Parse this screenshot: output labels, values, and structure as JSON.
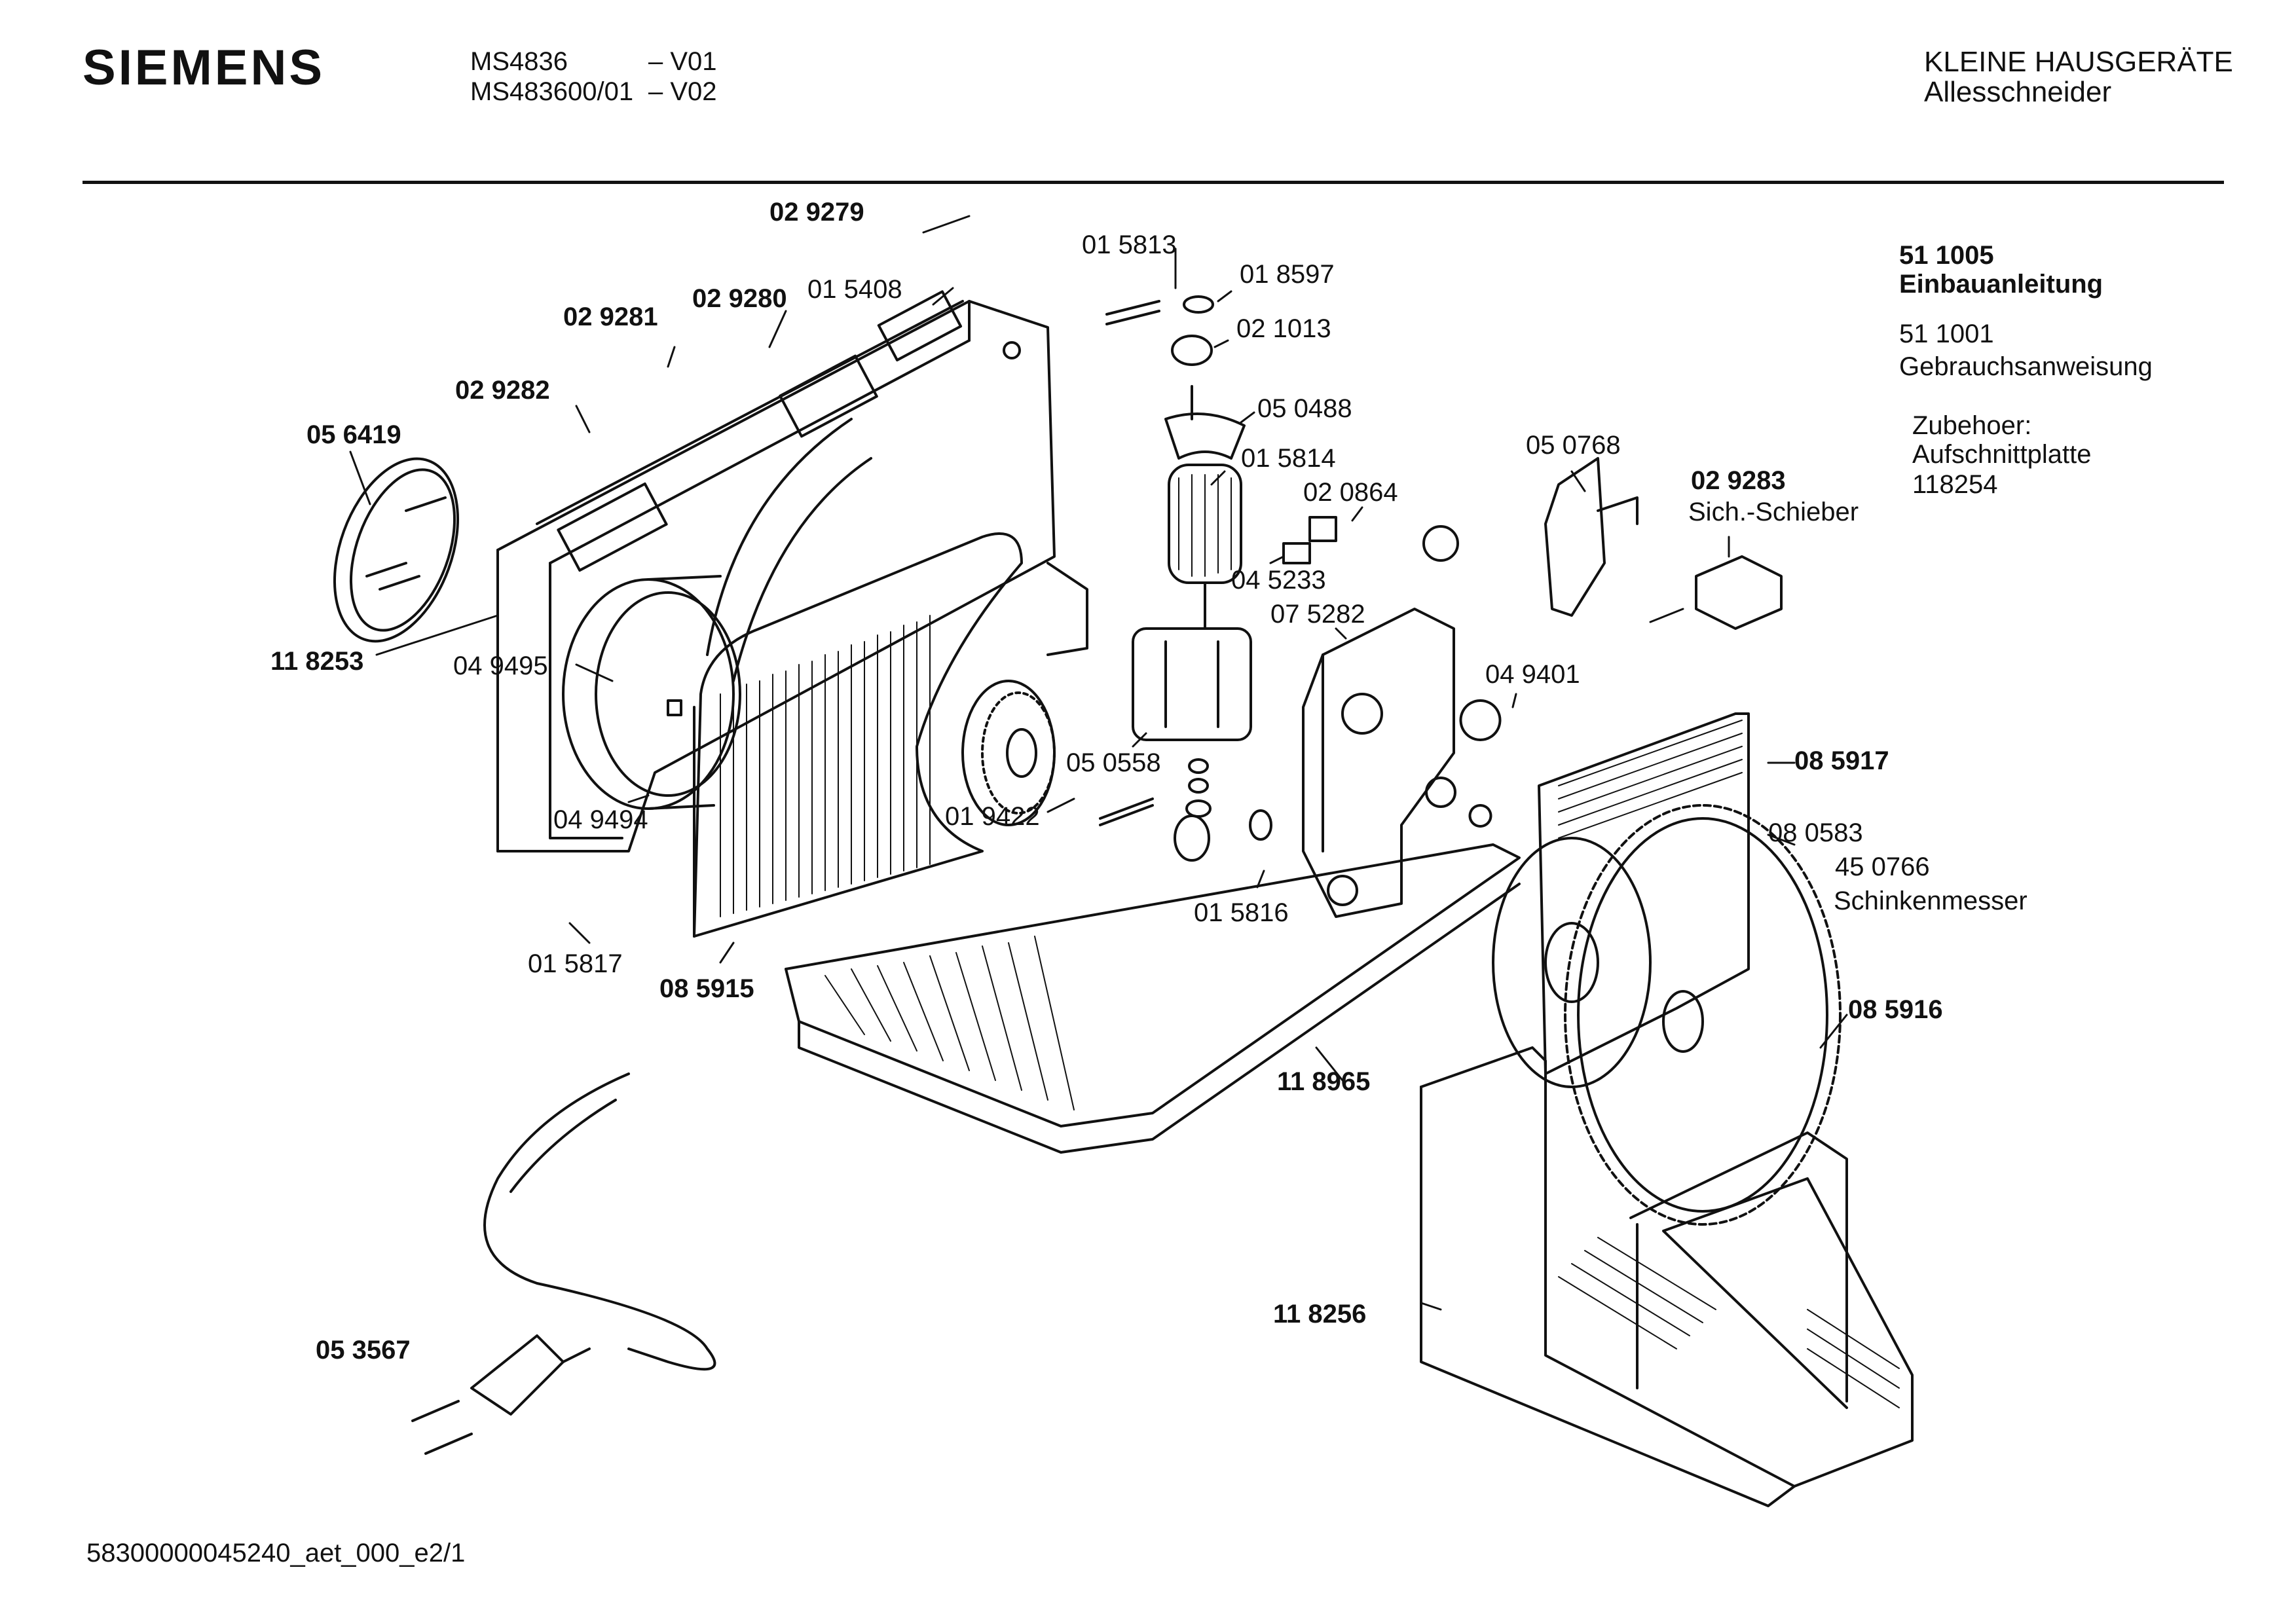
{
  "header": {
    "brand": "SIEMENS",
    "models": [
      {
        "model": "MS4836",
        "version": "– V01"
      },
      {
        "model": "MS483600/01",
        "version": "– V02"
      }
    ],
    "category": "KLEINE HAUSGERÄTE",
    "product": "Allesschneider"
  },
  "side_info": {
    "doc1_no": "51 1005",
    "doc1_name": "Einbauanleitung",
    "doc2_no": "51 1001",
    "doc2_name": "Gebrauchsanweisung",
    "accessory_heading": "Zubehoer:",
    "accessory_name": "Aufschnittplatte",
    "accessory_no": "118254"
  },
  "part_labels": [
    {
      "text": "02 9279",
      "bold": true
    },
    {
      "text": "01 5408",
      "bold": false
    },
    {
      "text": "02 9280",
      "bold": true
    },
    {
      "text": "02 9281",
      "bold": true
    },
    {
      "text": "02 9282",
      "bold": true
    },
    {
      "text": "05 6419",
      "bold": true
    },
    {
      "text": "11 8253",
      "bold": true
    },
    {
      "text": "04 9495",
      "bold": false
    },
    {
      "text": "04 9494",
      "bold": false
    },
    {
      "text": "01 5817",
      "bold": false
    },
    {
      "text": "08 5915",
      "bold": true
    },
    {
      "text": "01 9422",
      "bold": false
    },
    {
      "text": "05 0558",
      "bold": false
    },
    {
      "text": "01 5813",
      "bold": false
    },
    {
      "text": "01 8597",
      "bold": false
    },
    {
      "text": "02 1013",
      "bold": false
    },
    {
      "text": "05 0488",
      "bold": false
    },
    {
      "text": "01 5814",
      "bold": false
    },
    {
      "text": "02 0864",
      "bold": false
    },
    {
      "text": "04 5233",
      "bold": false
    },
    {
      "text": "07 5282",
      "bold": false
    },
    {
      "text": "01 5816",
      "bold": false
    },
    {
      "text": "05 0768",
      "bold": false
    },
    {
      "text": "02 9283",
      "bold": true
    },
    {
      "text": "Sich.-Schieber",
      "bold": false
    },
    {
      "text": "04 9401",
      "bold": false
    },
    {
      "text": "08 5917",
      "bold": true
    },
    {
      "text": "08 0583",
      "bold": false
    },
    {
      "text": "45 0766",
      "bold": false
    },
    {
      "text": "Schinkenmesser",
      "bold": false
    },
    {
      "text": "08 5916",
      "bold": true
    },
    {
      "text": "11 8965",
      "bold": true
    },
    {
      "text": "11 8256",
      "bold": true
    },
    {
      "text": "05 3567",
      "bold": true
    }
  ],
  "footer": {
    "doc_code": "58300000045240_aet_000_e2/1"
  }
}
